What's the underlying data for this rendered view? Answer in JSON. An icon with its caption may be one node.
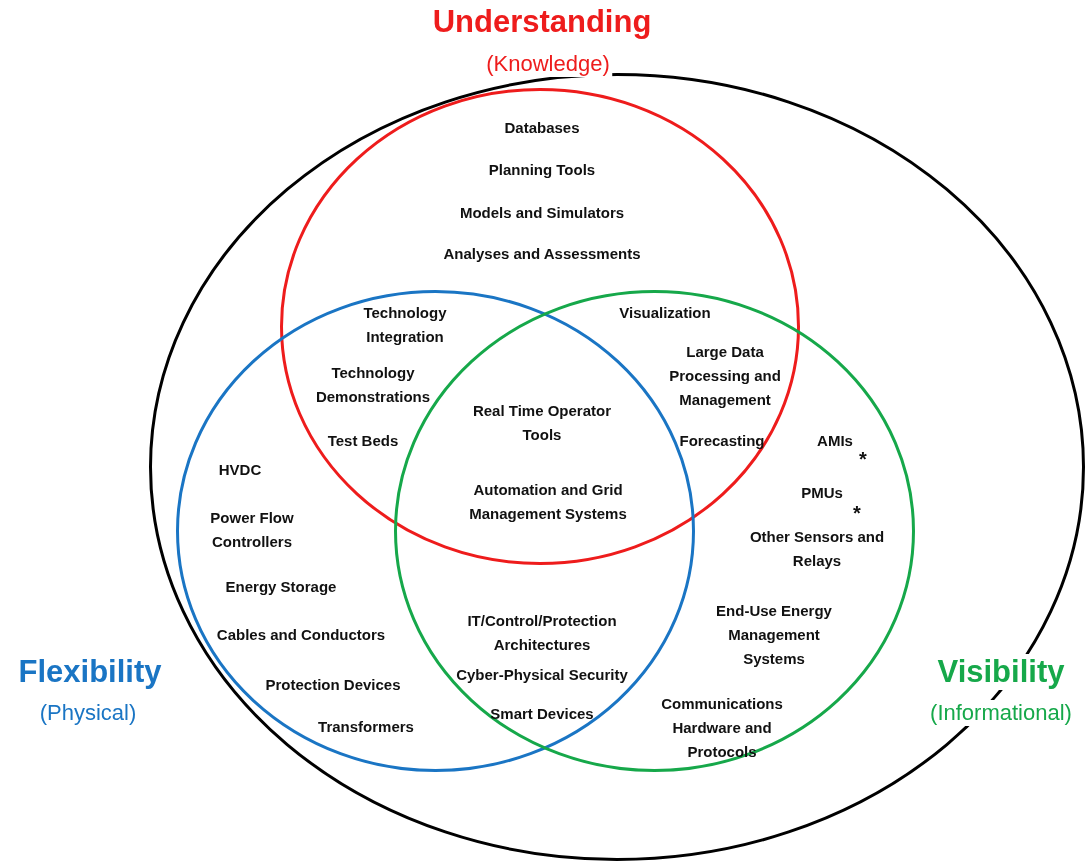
{
  "diagram": {
    "nodes": [
      {
        "text": [],
        "shape": "circle"
      },
      {
        "text": [
          "Understanding",
          "(Knowledge)"
        ],
        "in": 0
      },
      {
        "text": [
          "Flexibility",
          "(Physical)"
        ],
        "in": 0
      },
      {
        "text": [
          "Visibility",
          "(Informational)"
        ],
        "in": 0
      }
    ],
    "labels": [
      "Databases",
      "Planning Tools",
      "Models and Simulators",
      "Analyses and Assessments",
      "Technology Integration",
      "Visualization",
      "Large Data Processing and Management",
      "Technology Demonstrations",
      "Real Time Operator Tools",
      "Test Beds",
      "Forecasting",
      "AMIs",
      "*",
      "HVDC",
      "PMUs",
      "Automation and Grid Management Systems",
      "*",
      "Power Flow Controllers",
      "Other Sensors and Relays",
      "Energy Storage",
      "IT/Control/Protection Architectures",
      "End-Use Energy Management Systems",
      "Cables and Conductors",
      "Cyber-Physical Security",
      "Protection Devices",
      "Communications Hardware and Protocols",
      "Smart Devices",
      "Transformers"
    ]
  }
}
